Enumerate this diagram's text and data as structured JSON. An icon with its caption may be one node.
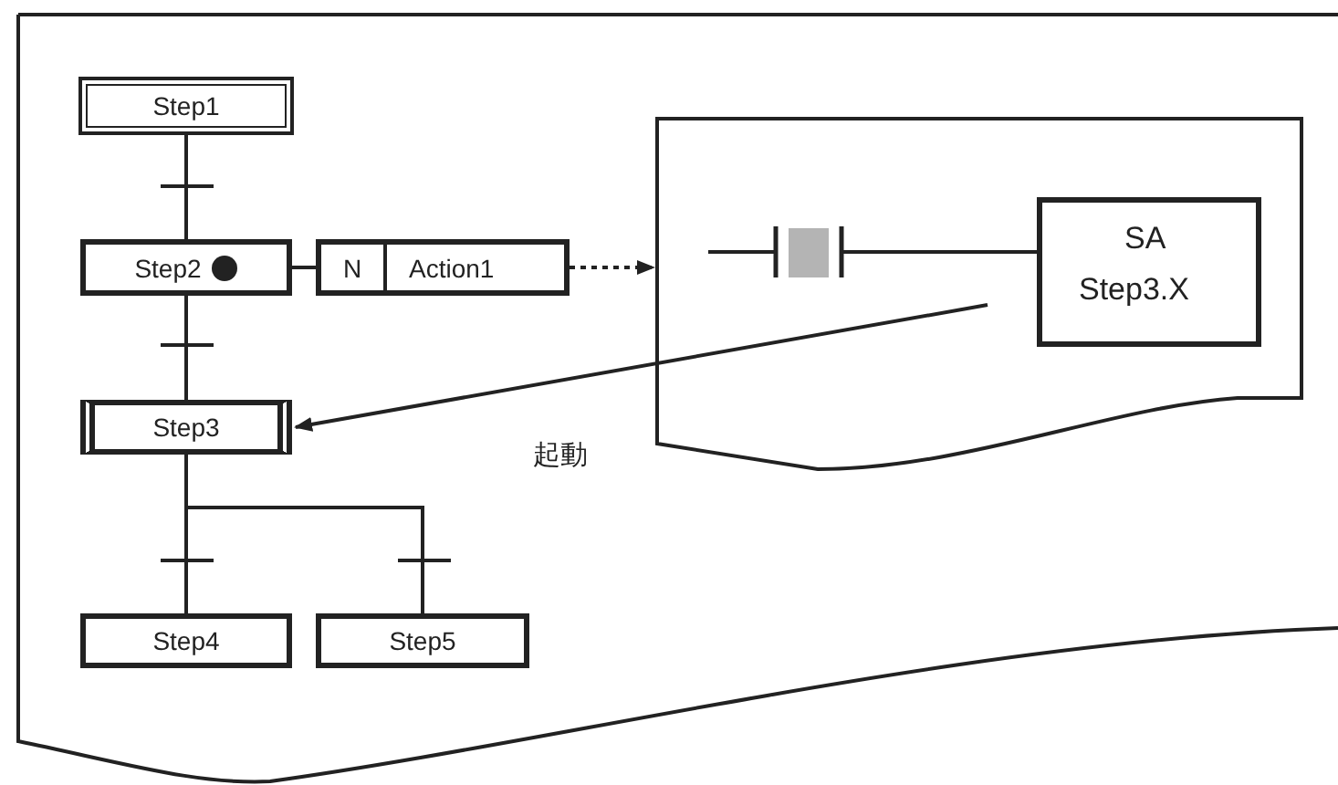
{
  "diagram": {
    "nodes": [
      {
        "text": [],
        "shape": "box"
      },
      {
        "text": [
          "Step1"
        ],
        "in": 0
      },
      {
        "text": [
          "Step2"
        ],
        "in": 0
      },
      {
        "text": [
          "N",
          "Action1"
        ],
        "in": 0
      },
      {
        "text": [
          "Step3"
        ],
        "in": 0
      },
      {
        "text": [
          "Step4"
        ],
        "in": 0
      },
      {
        "text": [
          "Step5"
        ],
        "in": 0
      },
      {
        "text": [],
        "shape": "box",
        "in": 0
      },
      {
        "text": [],
        "shape": "picture",
        "in": 7
      },
      {
        "text": [
          "SA",
          "Step3.X"
        ],
        "in": 7
      }
    ],
    "edges": [
      {
        "from": 1,
        "to": 2,
        "arrow": "none"
      },
      {
        "from": 2,
        "to": 3,
        "arrow": "none"
      },
      {
        "from": 3,
        "to": 7,
        "arrow": "to",
        "style": "dashed"
      },
      {
        "from": 2,
        "to": 4,
        "arrow": "none"
      },
      {
        "from": 4,
        "to": 5,
        "arrow": "none"
      },
      {
        "from": 4,
        "to": 6,
        "arrow": "none"
      },
      {
        "from": 8,
        "to": 9,
        "arrow": "none"
      },
      {
        "from": null,
        "to": 4,
        "arrow": "to",
        "label": "起動"
      }
    ]
  }
}
